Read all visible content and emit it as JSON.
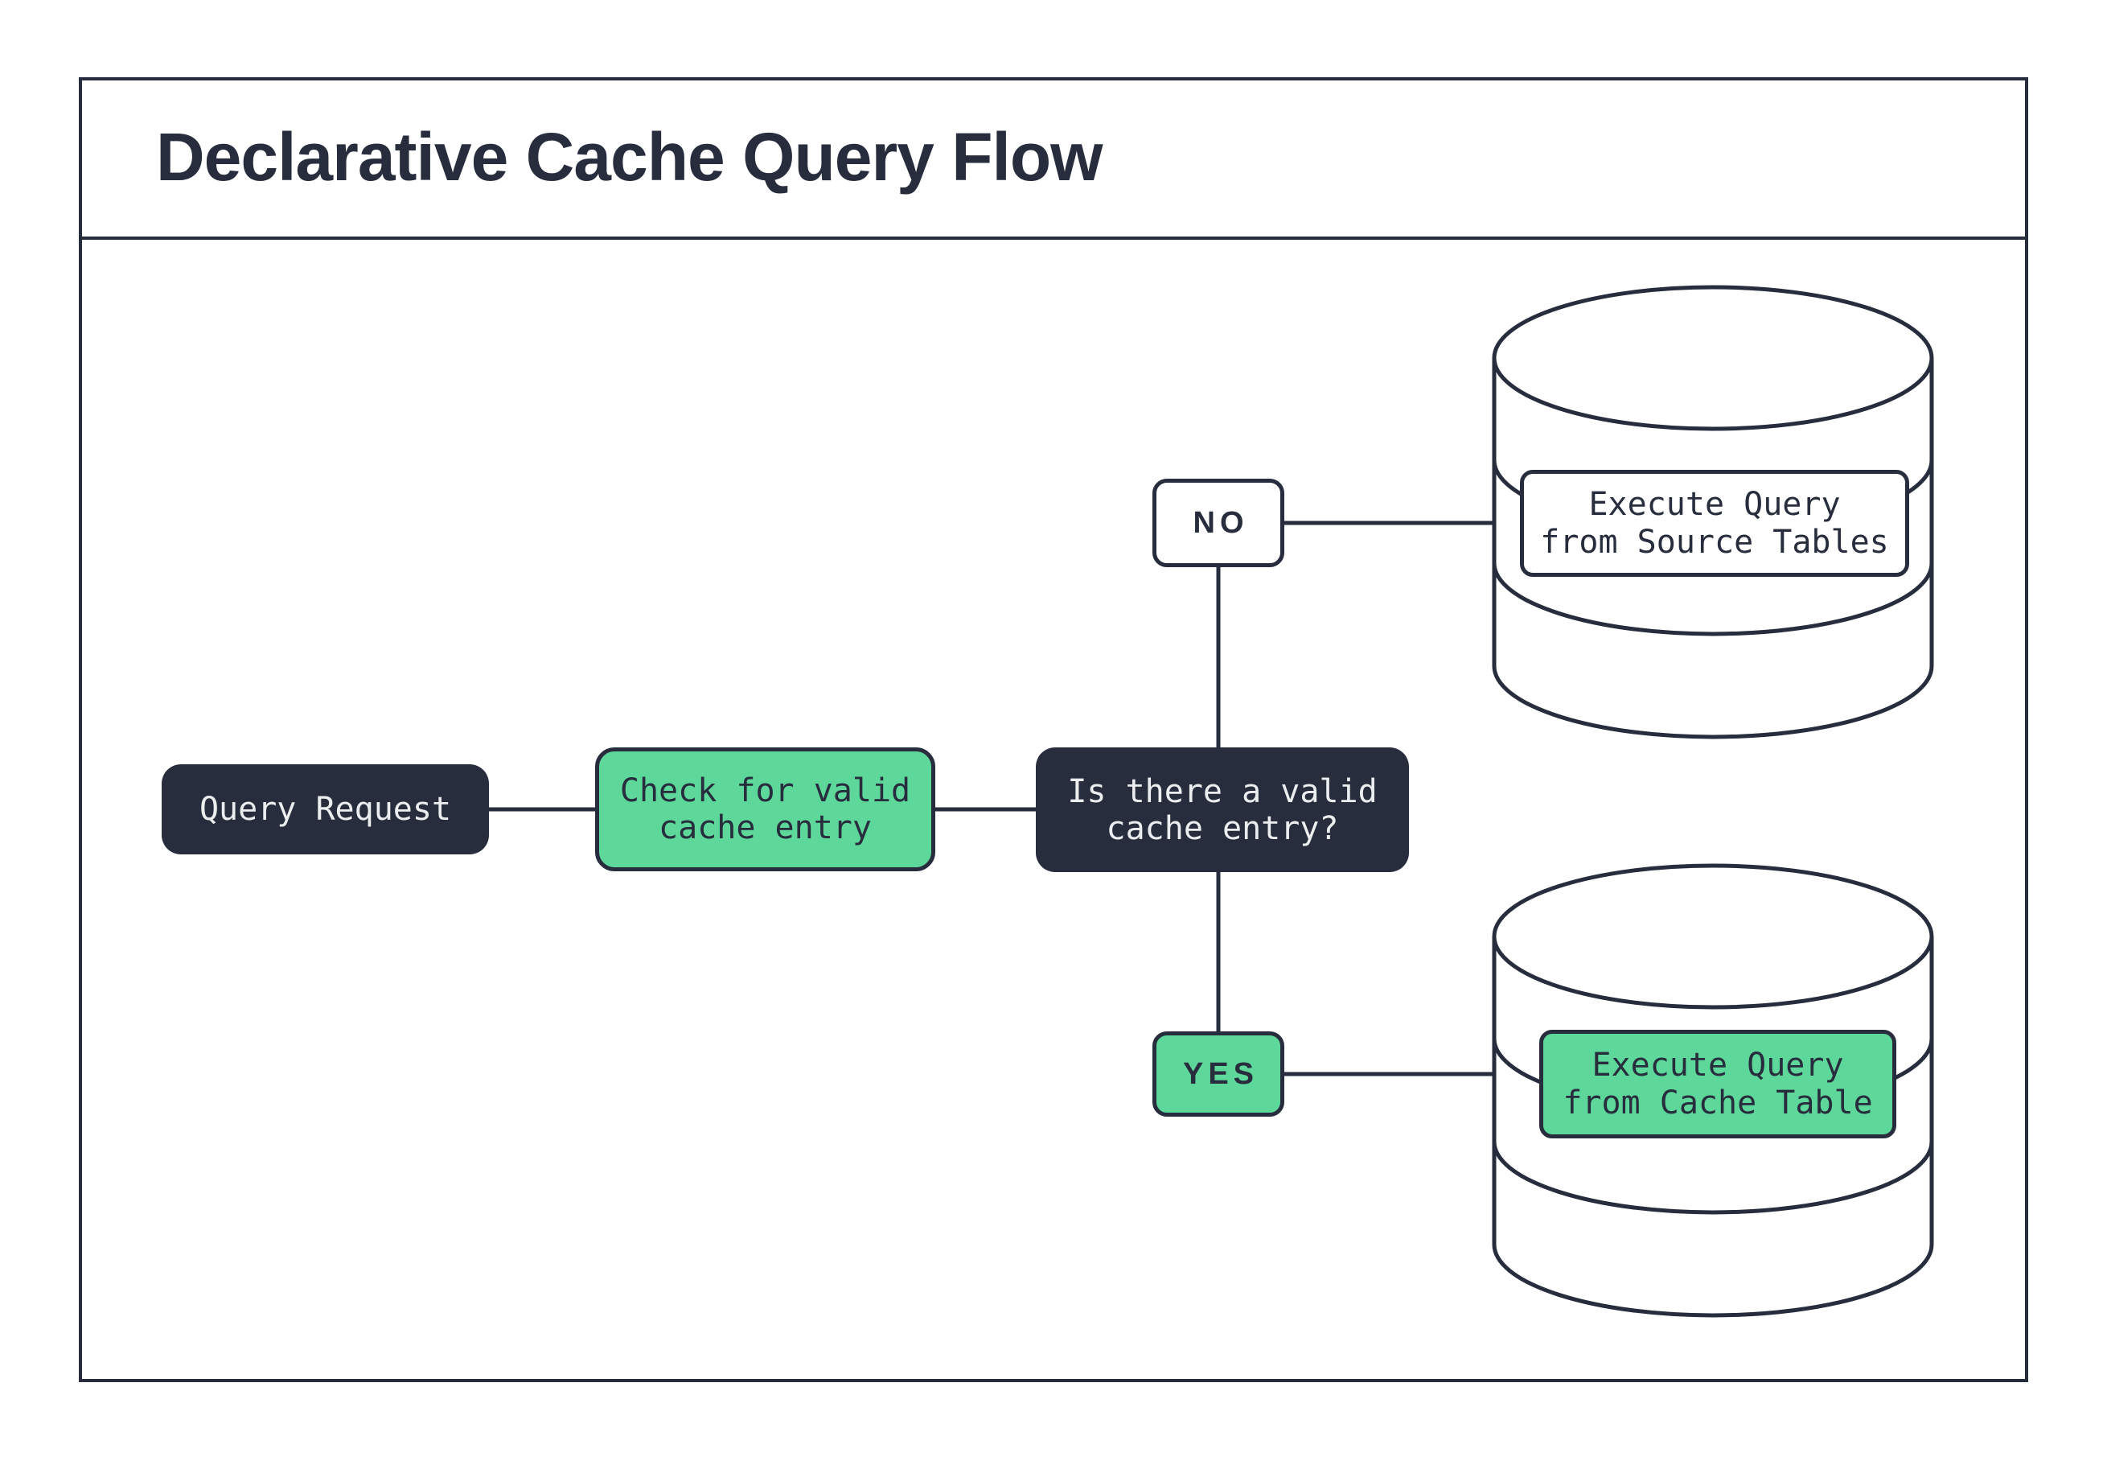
{
  "header": {
    "title": "Declarative Cache Query Flow"
  },
  "nodes": {
    "query_request": "Query Request",
    "check_cache": "Check for valid\ncache entry",
    "decision": "Is there a valid\ncache entry?",
    "branch_no": "NO",
    "branch_yes": "YES",
    "execute_source": "Execute Query\nfrom Source Tables",
    "execute_cache": "Execute Query\nfrom Cache Table"
  },
  "colors": {
    "dark_navy": "#272d3c",
    "green": "#5ed79b",
    "light_text": "#ebedef",
    "white": "#ffffff"
  }
}
